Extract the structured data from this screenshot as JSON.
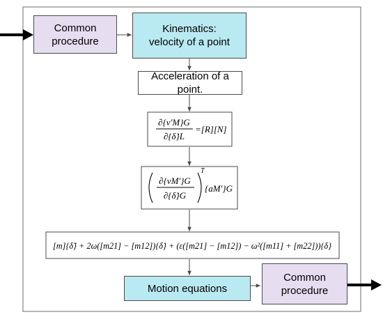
{
  "boxes": {
    "common_in": {
      "line1": "Common",
      "line2": "procedure"
    },
    "kinematics": {
      "line1": "Kinematics:",
      "line2": "velocity of  a point"
    },
    "acceleration": {
      "label": "Acceleration of a point."
    },
    "formula1": {
      "lhs_num": "∂{v′M}G",
      "lhs_den": "∂{δ̇}L",
      "rhs": "=[R][N]"
    },
    "formula2": {
      "top": "∂{vM′}G",
      "bottom": "∂{δ̇}G",
      "sup": "T",
      "tail": "{aM′}G"
    },
    "motion_eq": {
      "text": "[m]{δ̈} + 2ω([m21] − [m12]){δ̇} + (ε([m21] − [m12]) − ω²([m11] + [m22])){δ}"
    },
    "motion": {
      "label": "Motion equations"
    },
    "common_out": {
      "line1": "Common",
      "line2": "procedure"
    }
  },
  "colors": {
    "purple": "#e6ddf0",
    "cyan": "#b9e9f1",
    "line": "#4a4a4a",
    "arrow_thick": "#000000"
  }
}
